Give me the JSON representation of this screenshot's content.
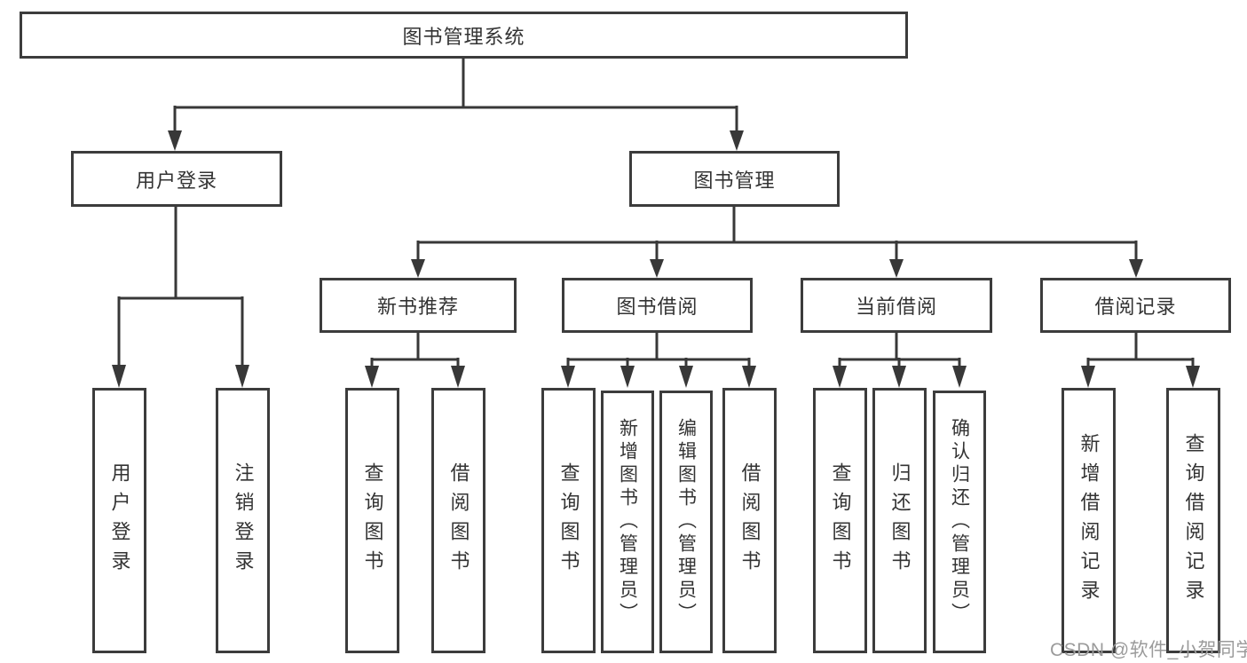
{
  "diagram": {
    "title": "图书管理系统",
    "root": {
      "label": "图书管理系统"
    },
    "level2": [
      {
        "id": "user-login",
        "label": "用户登录"
      },
      {
        "id": "book-management",
        "label": "图书管理"
      }
    ],
    "level3": [
      {
        "id": "new-book-recommend",
        "label": "新书推荐"
      },
      {
        "id": "book-borrowing",
        "label": "图书借阅"
      },
      {
        "id": "current-borrowing",
        "label": "当前借阅"
      },
      {
        "id": "borrowing-records",
        "label": "借阅记录"
      }
    ],
    "leaves": {
      "user_login": [
        {
          "label": "用户登录"
        },
        {
          "label": "注销登录"
        }
      ],
      "new_book": [
        {
          "label": "查询图书"
        },
        {
          "label": "借阅图书"
        }
      ],
      "book_borrow": [
        {
          "label": "查询图书"
        },
        {
          "label": "新增图书（管理员）"
        },
        {
          "label": "编辑图书（管理员）"
        },
        {
          "label": "借阅图书"
        }
      ],
      "current_borrow": [
        {
          "label": "查询图书"
        },
        {
          "label": "归还图书"
        },
        {
          "label": "确认归还（管理员）"
        }
      ],
      "borrow_record": [
        {
          "label": "新增借阅记录"
        },
        {
          "label": "查询借阅记录"
        }
      ]
    },
    "watermark": "CSDN @软件_小贺同学",
    "colors": {
      "line": "#383838",
      "box_border": "#3c3c3c",
      "text": "#333333",
      "watermark": "#9b9b9b",
      "background": "#ffffff"
    }
  }
}
